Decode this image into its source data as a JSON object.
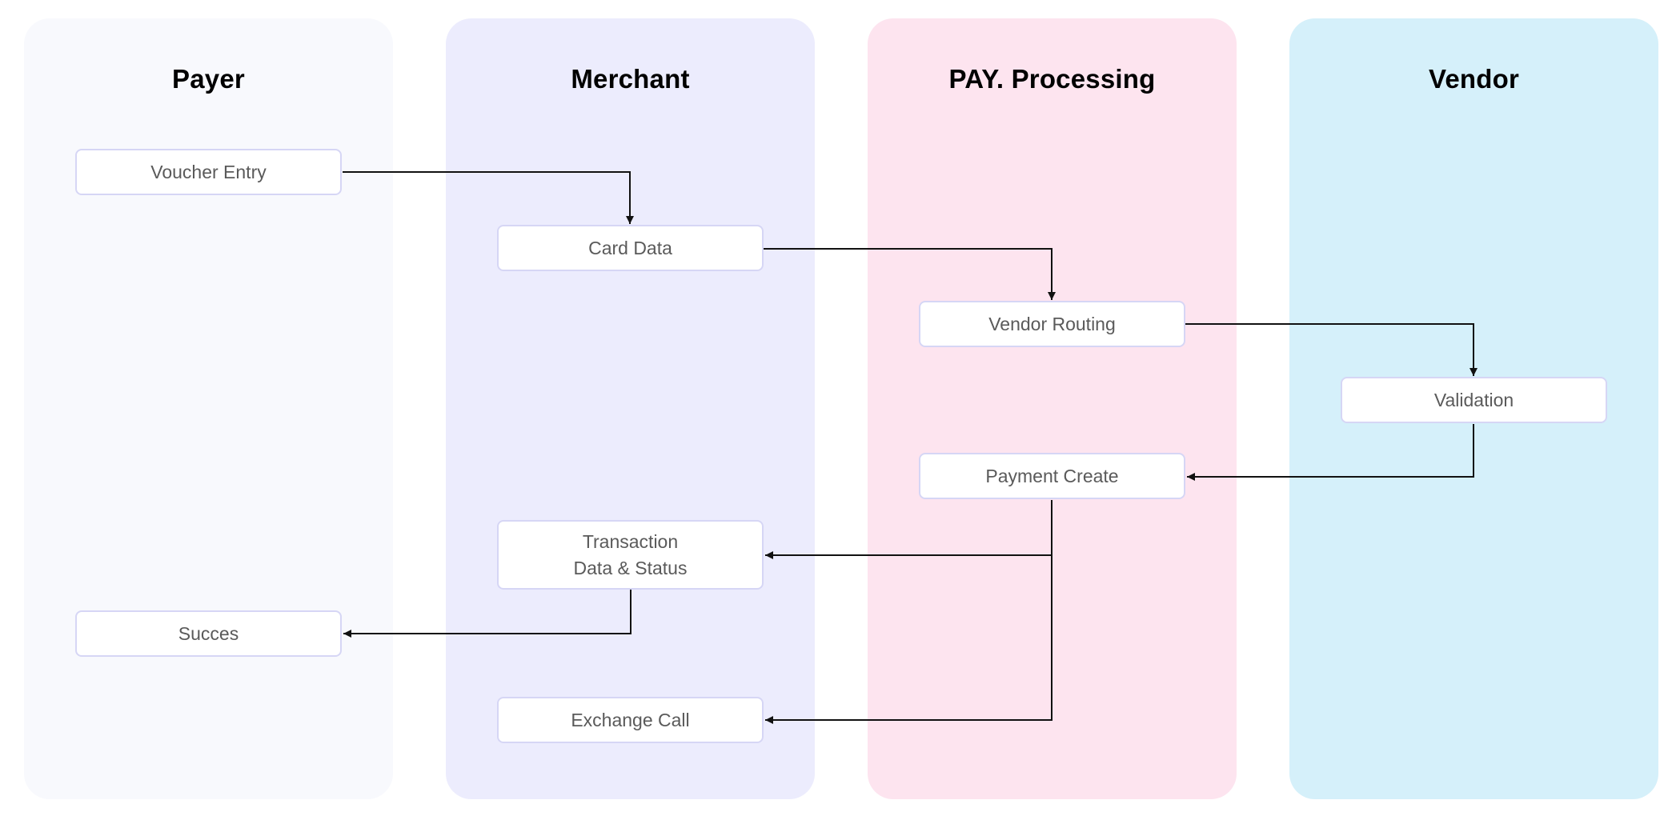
{
  "colors": {
    "payer_lane": "#f8f9fd",
    "merchant_lane": "#ececfd",
    "processing_lane": "#fde4ef",
    "vendor_lane": "#d5f0fa",
    "connector": "#111111",
    "node_border": "#d6d6f5"
  },
  "lanes": [
    {
      "id": "payer",
      "title": "Payer"
    },
    {
      "id": "merchant",
      "title": "Merchant"
    },
    {
      "id": "processing",
      "title": "PAY. Processing"
    },
    {
      "id": "vendor",
      "title": "Vendor"
    }
  ],
  "nodes": {
    "voucher_entry": "Voucher Entry",
    "card_data": "Card Data",
    "vendor_routing": "Vendor Routing",
    "validation": "Validation",
    "payment_create": "Payment Create",
    "transaction_line1": "Transaction",
    "transaction_line2": "Data & Status",
    "succes": "Succes",
    "exchange_call": "Exchange Call"
  },
  "flows": [
    {
      "from": "Voucher Entry",
      "to": "Card Data"
    },
    {
      "from": "Card Data",
      "to": "Vendor Routing"
    },
    {
      "from": "Vendor Routing",
      "to": "Validation"
    },
    {
      "from": "Validation",
      "to": "Payment Create"
    },
    {
      "from": "Payment Create",
      "to": "Transaction Data & Status"
    },
    {
      "from": "Payment Create",
      "to": "Exchange Call"
    },
    {
      "from": "Transaction Data & Status",
      "to": "Succes"
    }
  ]
}
